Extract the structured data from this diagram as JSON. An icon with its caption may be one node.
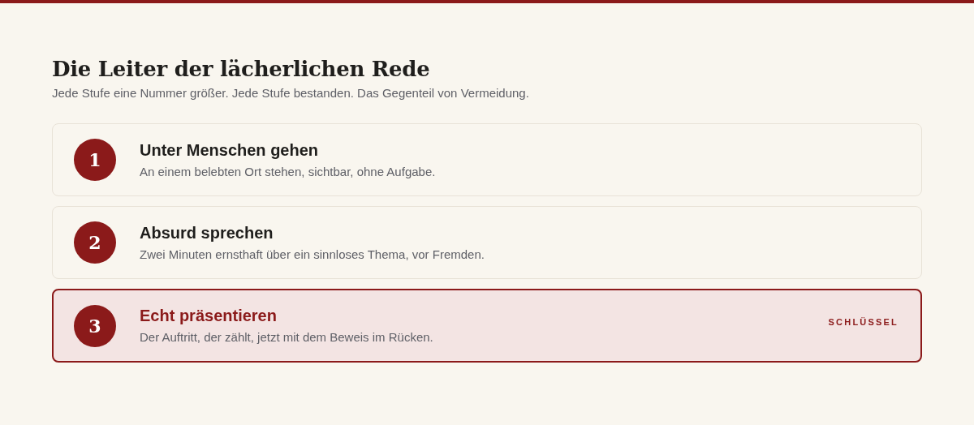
{
  "diagram": {
    "title": "Die Leiter der lächerlichen Rede",
    "nodes": [
      {
        "text": [
          "Unter Menschen gehen",
          "An einem belebten Ort stehen, sichtbar, ohne Aufgabe."
        ]
      },
      {
        "text": [
          "1"
        ],
        "in": 0
      },
      {
        "text": [
          "Absurd sprechen",
          "Zwei Minuten ernsthaft über ein sinnloses Thema, vor Fremden."
        ]
      },
      {
        "text": [
          "2"
        ],
        "in": 2
      },
      {
        "text": [
          "Echt präsentieren",
          "Der Auftritt, der zählt, jetzt mit dem Beweis im Rücken.",
          "SCHLÜSSEL"
        ]
      },
      {
        "text": [
          "3"
        ],
        "in": 4
      }
    ],
    "labels": [
      "Jede Stufe eine Nummer größer. Jede Stufe bestanden. Das Gegenteil von Vermeidung."
    ]
  }
}
